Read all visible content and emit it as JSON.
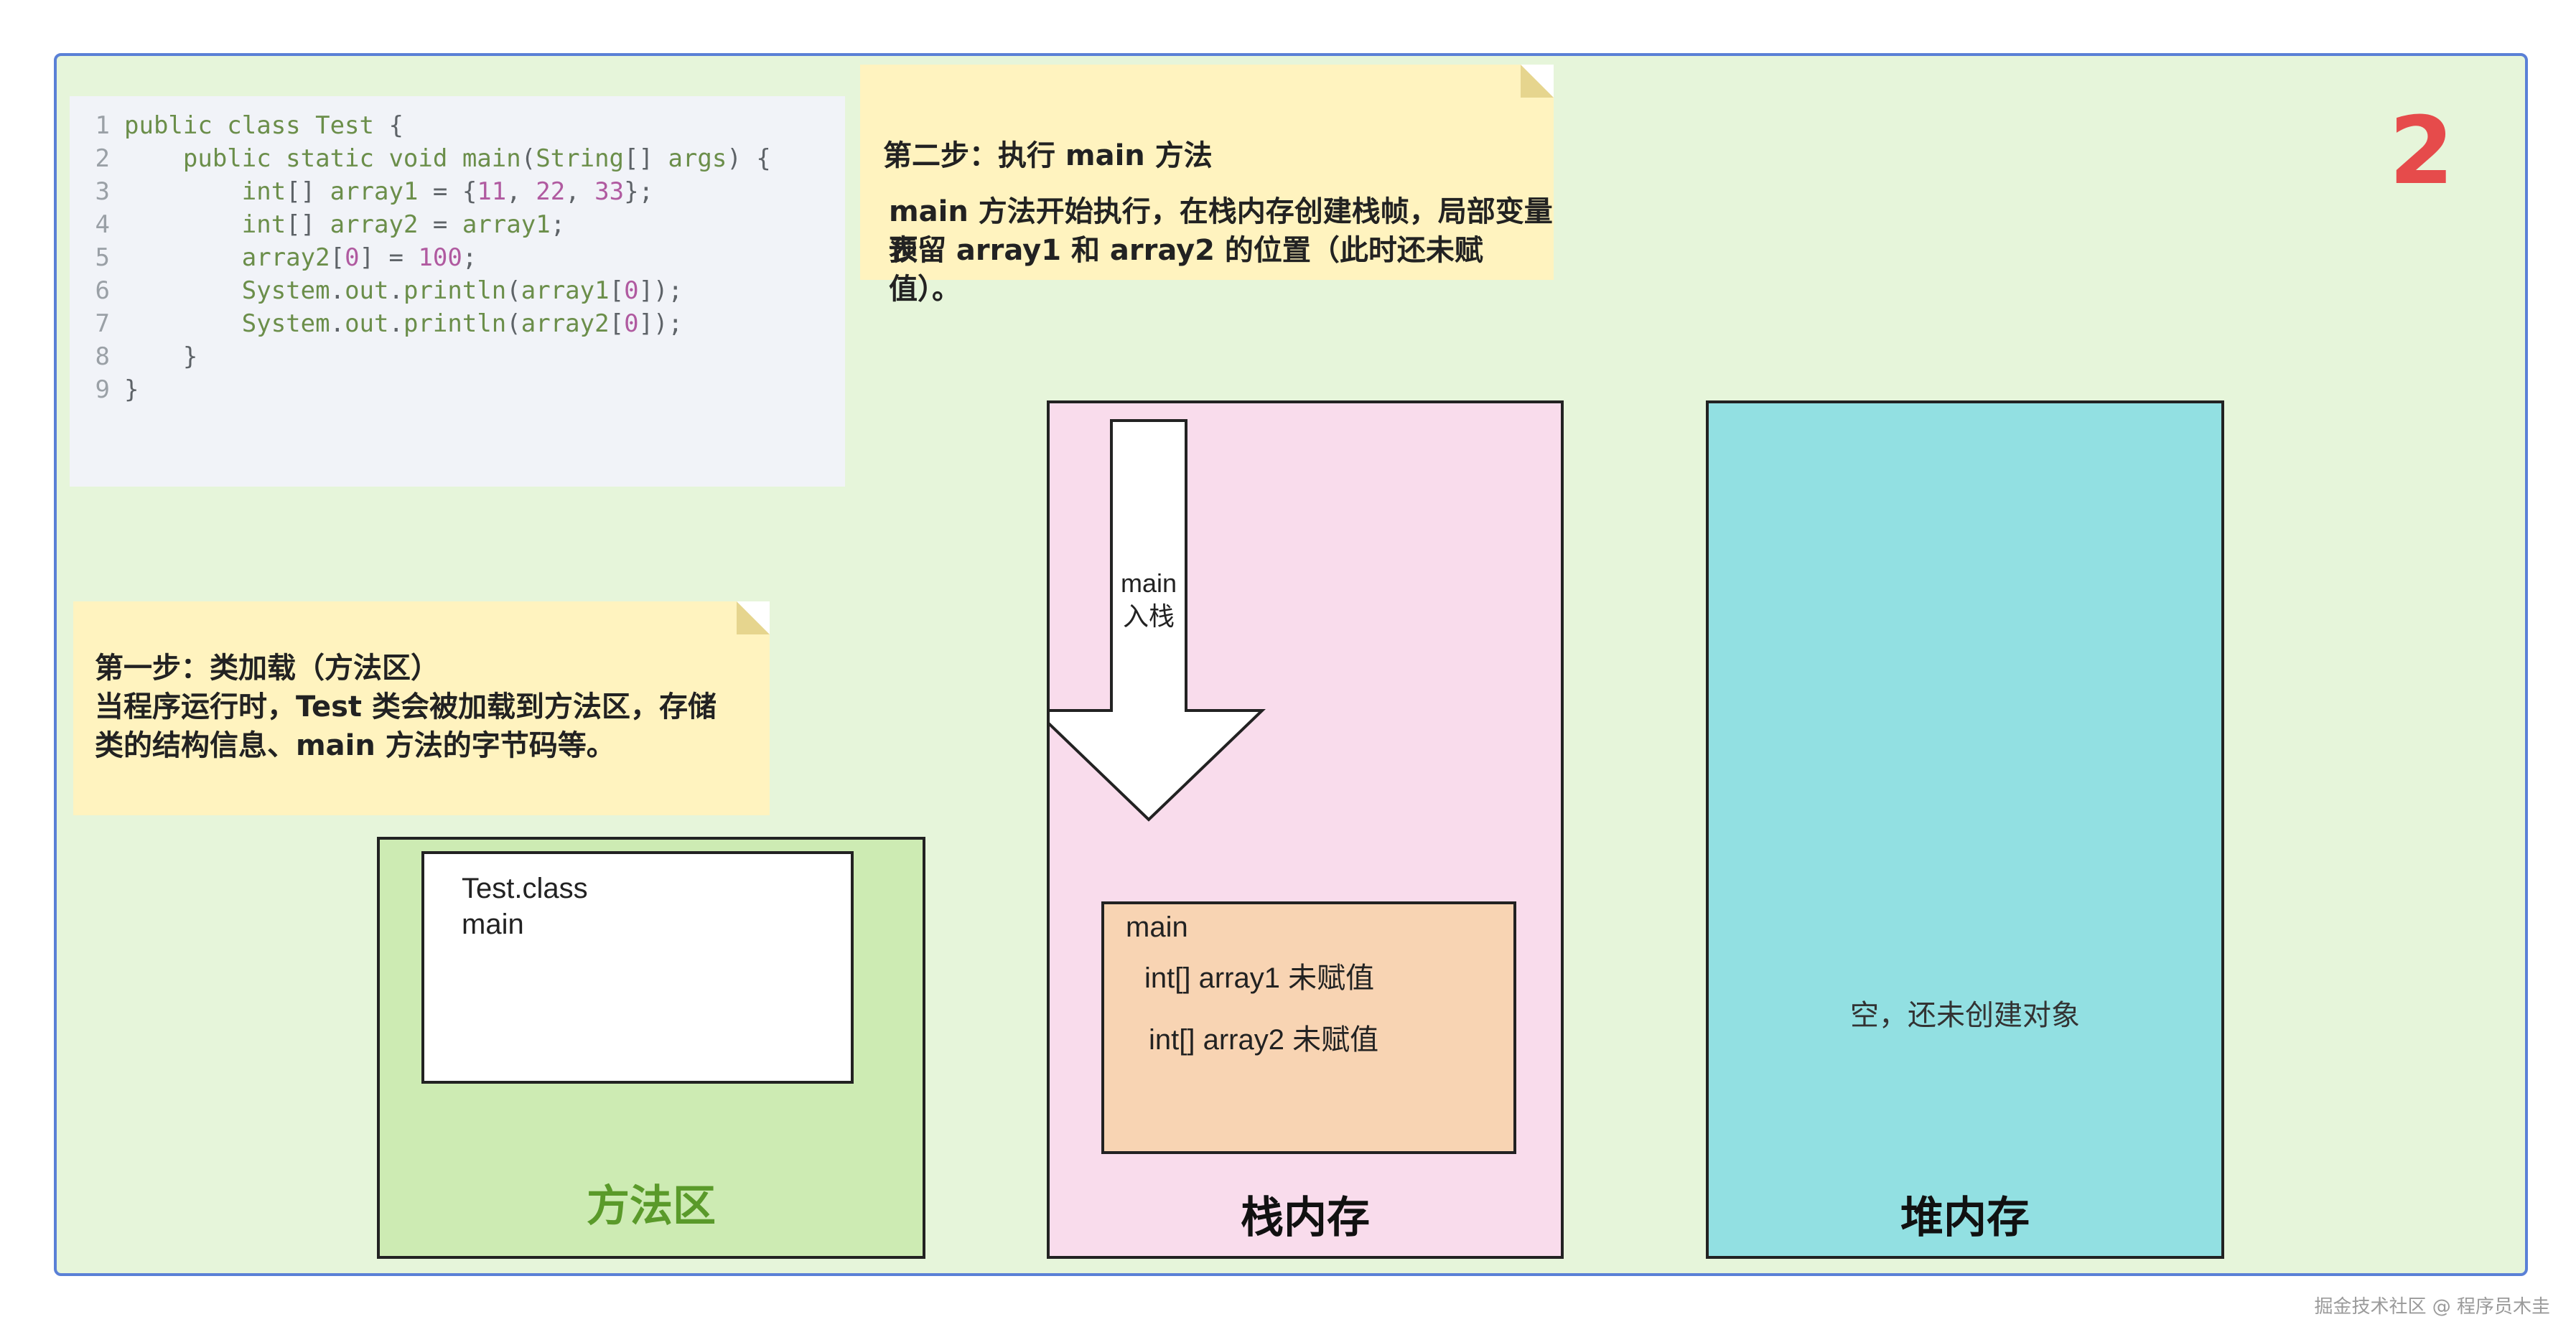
{
  "step_number": "2",
  "code": {
    "lines": [
      {
        "no": "1",
        "parts": [
          [
            "kw",
            "public class "
          ],
          [
            "fn",
            "Test"
          ],
          [
            "plain",
            " {"
          ]
        ]
      },
      {
        "no": "2",
        "parts": [
          [
            "plain",
            "    "
          ],
          [
            "kw",
            "public static void "
          ],
          [
            "fn",
            "main"
          ],
          [
            "plain",
            "("
          ],
          [
            "fn",
            "String"
          ],
          [
            "plain",
            "[] "
          ],
          [
            "fn",
            "args"
          ],
          [
            "plain",
            ") {"
          ]
        ]
      },
      {
        "no": "3",
        "parts": [
          [
            "plain",
            "        "
          ],
          [
            "fn",
            "int"
          ],
          [
            "plain",
            "[] "
          ],
          [
            "fn",
            "array1"
          ],
          [
            "plain",
            " = {"
          ],
          [
            "num",
            "11"
          ],
          [
            "plain",
            ", "
          ],
          [
            "num",
            "22"
          ],
          [
            "plain",
            ", "
          ],
          [
            "num",
            "33"
          ],
          [
            "plain",
            "};"
          ]
        ]
      },
      {
        "no": "4",
        "parts": [
          [
            "plain",
            "        "
          ],
          [
            "fn",
            "int"
          ],
          [
            "plain",
            "[] "
          ],
          [
            "fn",
            "array2"
          ],
          [
            "plain",
            " = "
          ],
          [
            "fn",
            "array1"
          ],
          [
            "plain",
            ";"
          ]
        ]
      },
      {
        "no": "5",
        "parts": [
          [
            "plain",
            "        "
          ],
          [
            "fn",
            "array2"
          ],
          [
            "plain",
            "["
          ],
          [
            "num",
            "0"
          ],
          [
            "plain",
            "] = "
          ],
          [
            "num",
            "100"
          ],
          [
            "plain",
            ";"
          ]
        ]
      },
      {
        "no": "6",
        "parts": [
          [
            "plain",
            "        "
          ],
          [
            "fn",
            "System"
          ],
          [
            "plain",
            "."
          ],
          [
            "fn",
            "out"
          ],
          [
            "plain",
            "."
          ],
          [
            "fn",
            "println"
          ],
          [
            "plain",
            "("
          ],
          [
            "fn",
            "array1"
          ],
          [
            "plain",
            "["
          ],
          [
            "num",
            "0"
          ],
          [
            "plain",
            "]);"
          ]
        ]
      },
      {
        "no": "7",
        "parts": [
          [
            "plain",
            "        "
          ],
          [
            "fn",
            "System"
          ],
          [
            "plain",
            "."
          ],
          [
            "fn",
            "out"
          ],
          [
            "plain",
            "."
          ],
          [
            "fn",
            "println"
          ],
          [
            "plain",
            "("
          ],
          [
            "fn",
            "array2"
          ],
          [
            "plain",
            "["
          ],
          [
            "num",
            "0"
          ],
          [
            "plain",
            "]);"
          ]
        ]
      },
      {
        "no": "8",
        "parts": [
          [
            "plain",
            "    }"
          ]
        ]
      },
      {
        "no": "9",
        "parts": [
          [
            "plain",
            "}"
          ]
        ]
      }
    ]
  },
  "note_step1": {
    "title": "第一步：类加载（方法区）",
    "line1": "当程序运行时，Test 类会被加载到方法区，存储",
    "line2": "类的结构信息、main 方法的字节码等。"
  },
  "note_step2": {
    "title": "第二步：执行 main 方法",
    "line1": "main 方法开始执行，在栈内存创建栈帧，局部变量表",
    "line2": "预留 array1 和 array2 的位置（此时还未赋值）。"
  },
  "method_area": {
    "label": "方法区",
    "class_name": "Test.class",
    "method_name": "main",
    "fill": "#cdebb3",
    "label_color": "#5a9a2a"
  },
  "stack": {
    "label": "栈内存",
    "arrow_label_1": "main",
    "arrow_label_2": "入栈",
    "frame_title": "main",
    "var1": "int[] array1  未赋值",
    "var2": "int[] array2  未赋值",
    "fill": "#f9dcec",
    "frame_fill": "#f8d4b3"
  },
  "heap": {
    "label": "堆内存",
    "empty_text": "空，还未创建对象",
    "fill": "#92e0e2"
  },
  "footer": "掘金技术社区 @ 程序员木圭"
}
